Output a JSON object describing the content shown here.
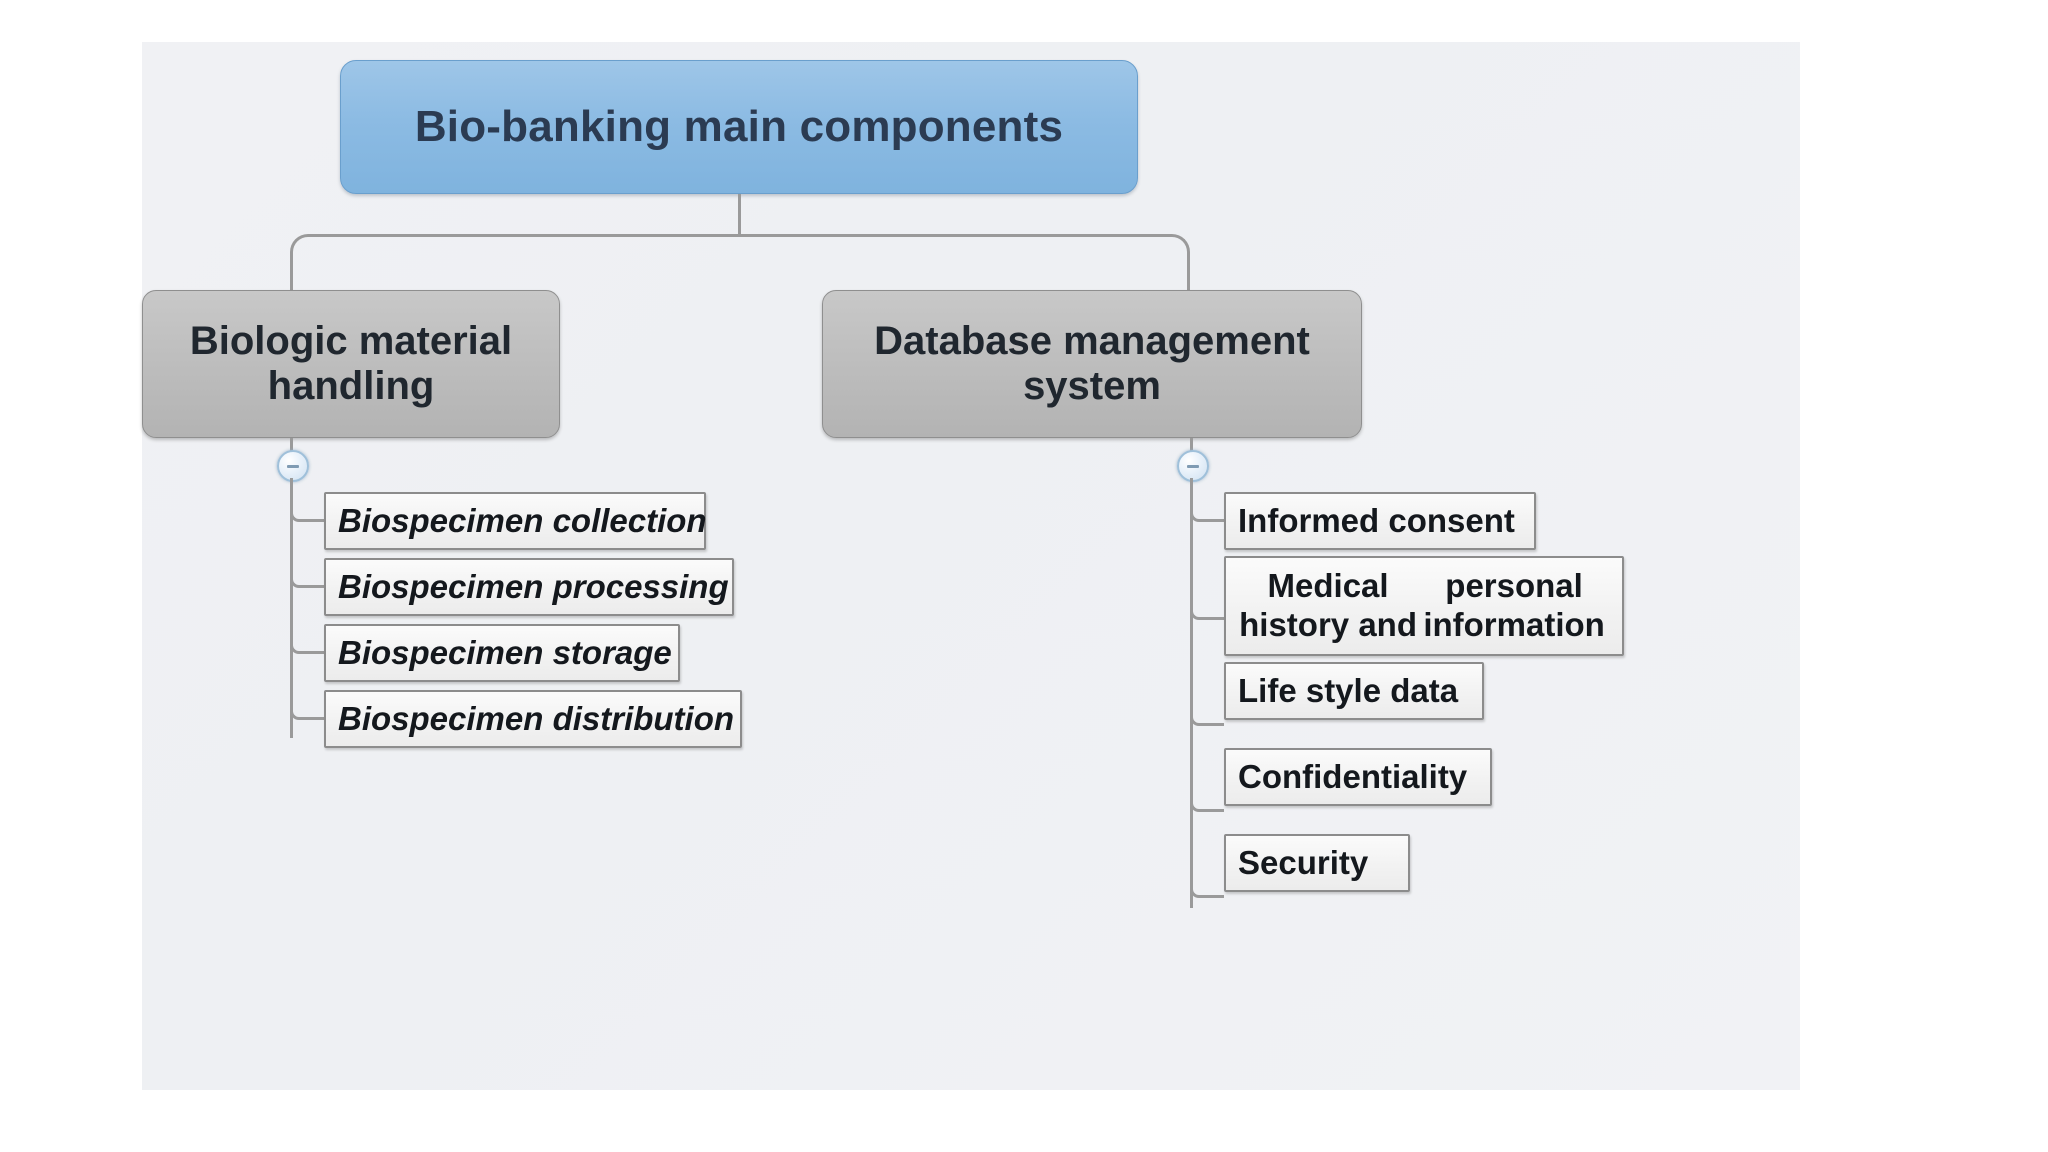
{
  "diagram": {
    "type": "tree-mindmap",
    "root": {
      "label": "Bio-banking main components",
      "color": "#8cbbe3"
    },
    "branches": [
      {
        "id": "biologic-material-handling",
        "label": "Biologic material handling",
        "color": "#bdbdbd",
        "toggle_icon": "minus-circle-icon",
        "children": [
          {
            "label": "Biospecimen collection",
            "style": "italic"
          },
          {
            "label": "Biospecimen processing",
            "style": "italic"
          },
          {
            "label": "Biospecimen storage",
            "style": "italic"
          },
          {
            "label": "Biospecimen distribution",
            "style": "italic"
          }
        ]
      },
      {
        "id": "database-management-system",
        "label": "Database management system",
        "color": "#bdbdbd",
        "toggle_icon": "minus-circle-icon",
        "children": [
          {
            "label": "Informed consent",
            "style": "normal"
          },
          {
            "label": "Medical history and personal information",
            "style": "normal",
            "lines": [
              "Medical history and",
              "personal information"
            ]
          },
          {
            "label": "Life style data",
            "style": "normal"
          },
          {
            "label": "Confidentiality",
            "style": "normal"
          },
          {
            "label": "Security",
            "style": "normal"
          }
        ]
      }
    ]
  }
}
